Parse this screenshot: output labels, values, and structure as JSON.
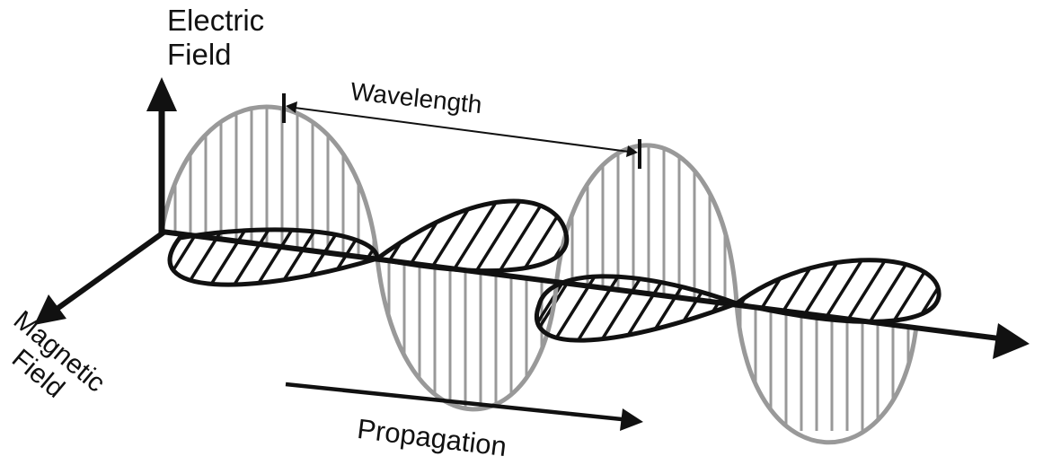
{
  "labels": {
    "electric_line1": "Electric",
    "electric_line2": "Field",
    "magnetic_line1": "Magnetic",
    "magnetic_line2": "Field",
    "wavelength": "Wavelength",
    "propagation": "Propagation"
  },
  "colors": {
    "electric_wave": "#999999",
    "magnetic_wave": "#111111",
    "axes": "#111111",
    "background": "#ffffff"
  }
}
